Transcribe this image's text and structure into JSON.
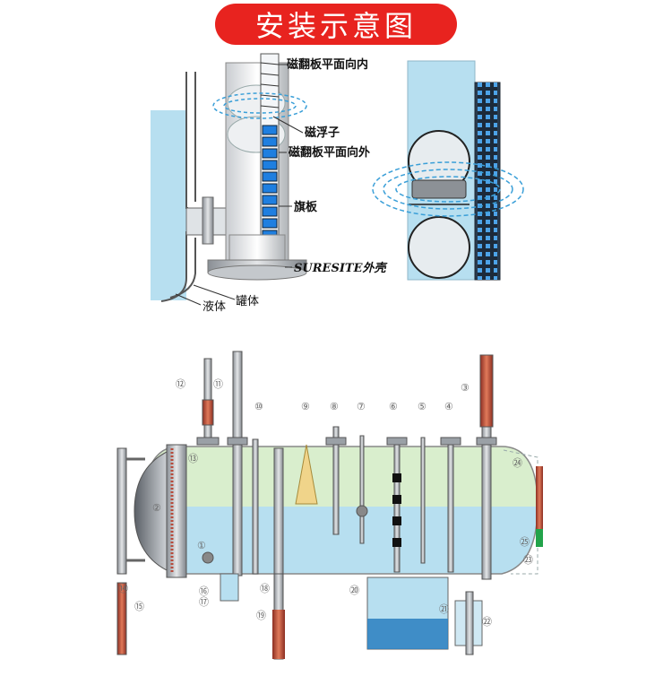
{
  "title": "安装示意图",
  "colors": {
    "title_bg": "#e8231f",
    "liquid": "#b7dff0",
    "liquid_dark": "#9fd0ea",
    "vapor": "#d9eecd",
    "flag_blue": "#1f7fe0",
    "metal": "#9aa0a6",
    "red_scale": "#b84a3a"
  },
  "top_left": {
    "labels": {
      "flap_inward": "磁翻板平面向内",
      "magnetic_float": "磁浮子",
      "flap_outward": "磁翻板平面向外",
      "flag": "旗板",
      "shell": "SURESITE外壳",
      "liquid": "液体",
      "tank": "罐体"
    }
  },
  "bottom": {
    "callouts": [
      "⑫",
      "⑪",
      "⑩",
      "⑨",
      "⑧",
      "⑦",
      "⑥",
      "⑤",
      "④",
      "③",
      "②",
      "①",
      "⑬",
      "⑭",
      "⑮",
      "⑯",
      "⑰",
      "⑱",
      "⑲",
      "⑳",
      "㉑",
      "㉒",
      "㉓",
      "㉔",
      "㉕"
    ]
  }
}
